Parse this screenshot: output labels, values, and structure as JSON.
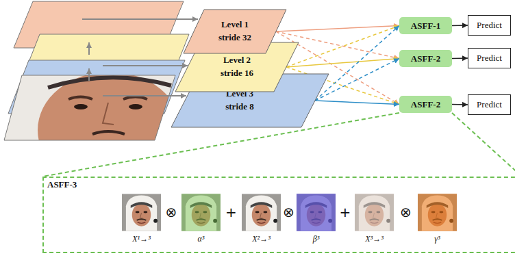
{
  "diagram": {
    "nodes": [
      {
        "text": [
          "Level 1 stride 32"
        ]
      },
      {
        "text": [
          "Level 2 stride 16"
        ]
      },
      {
        "text": [
          "Level 3 stride 8"
        ]
      },
      {
        "text": [
          "ASFF-1"
        ]
      },
      {
        "text": [
          "ASFF-2"
        ]
      },
      {
        "text": [
          "ASFF-2"
        ]
      },
      {
        "text": [
          "Predict"
        ]
      },
      {
        "text": [
          "Predict"
        ]
      },
      {
        "text": [
          "Predict"
        ]
      },
      {
        "text": [
          "ASFF-3"
        ]
      }
    ],
    "edges": [
      {
        "from": 0,
        "to": 3,
        "arrow": "to"
      },
      {
        "from": 0,
        "to": 4,
        "arrow": "to"
      },
      {
        "from": 0,
        "to": 5,
        "arrow": "to"
      },
      {
        "from": 1,
        "to": 3,
        "arrow": "to"
      },
      {
        "from": 1,
        "to": 4,
        "arrow": "to"
      },
      {
        "from": 1,
        "to": 5,
        "arrow": "to"
      },
      {
        "from": 2,
        "to": 3,
        "arrow": "to"
      },
      {
        "from": 2,
        "to": 4,
        "arrow": "to"
      },
      {
        "from": 2,
        "to": 5,
        "arrow": "to"
      },
      {
        "from": 3,
        "to": 6,
        "arrow": "to"
      },
      {
        "from": 4,
        "to": 7,
        "arrow": "to"
      },
      {
        "from": 5,
        "to": 8,
        "arrow": "to"
      },
      {
        "from": 5,
        "to": 9,
        "arrow": "none"
      }
    ],
    "labels": [
      "X¹→³",
      "⊗",
      "α³",
      "+",
      "X²→³",
      "⊗",
      "β³",
      "+",
      "X³→³",
      "⊗",
      "γ³"
    ]
  }
}
